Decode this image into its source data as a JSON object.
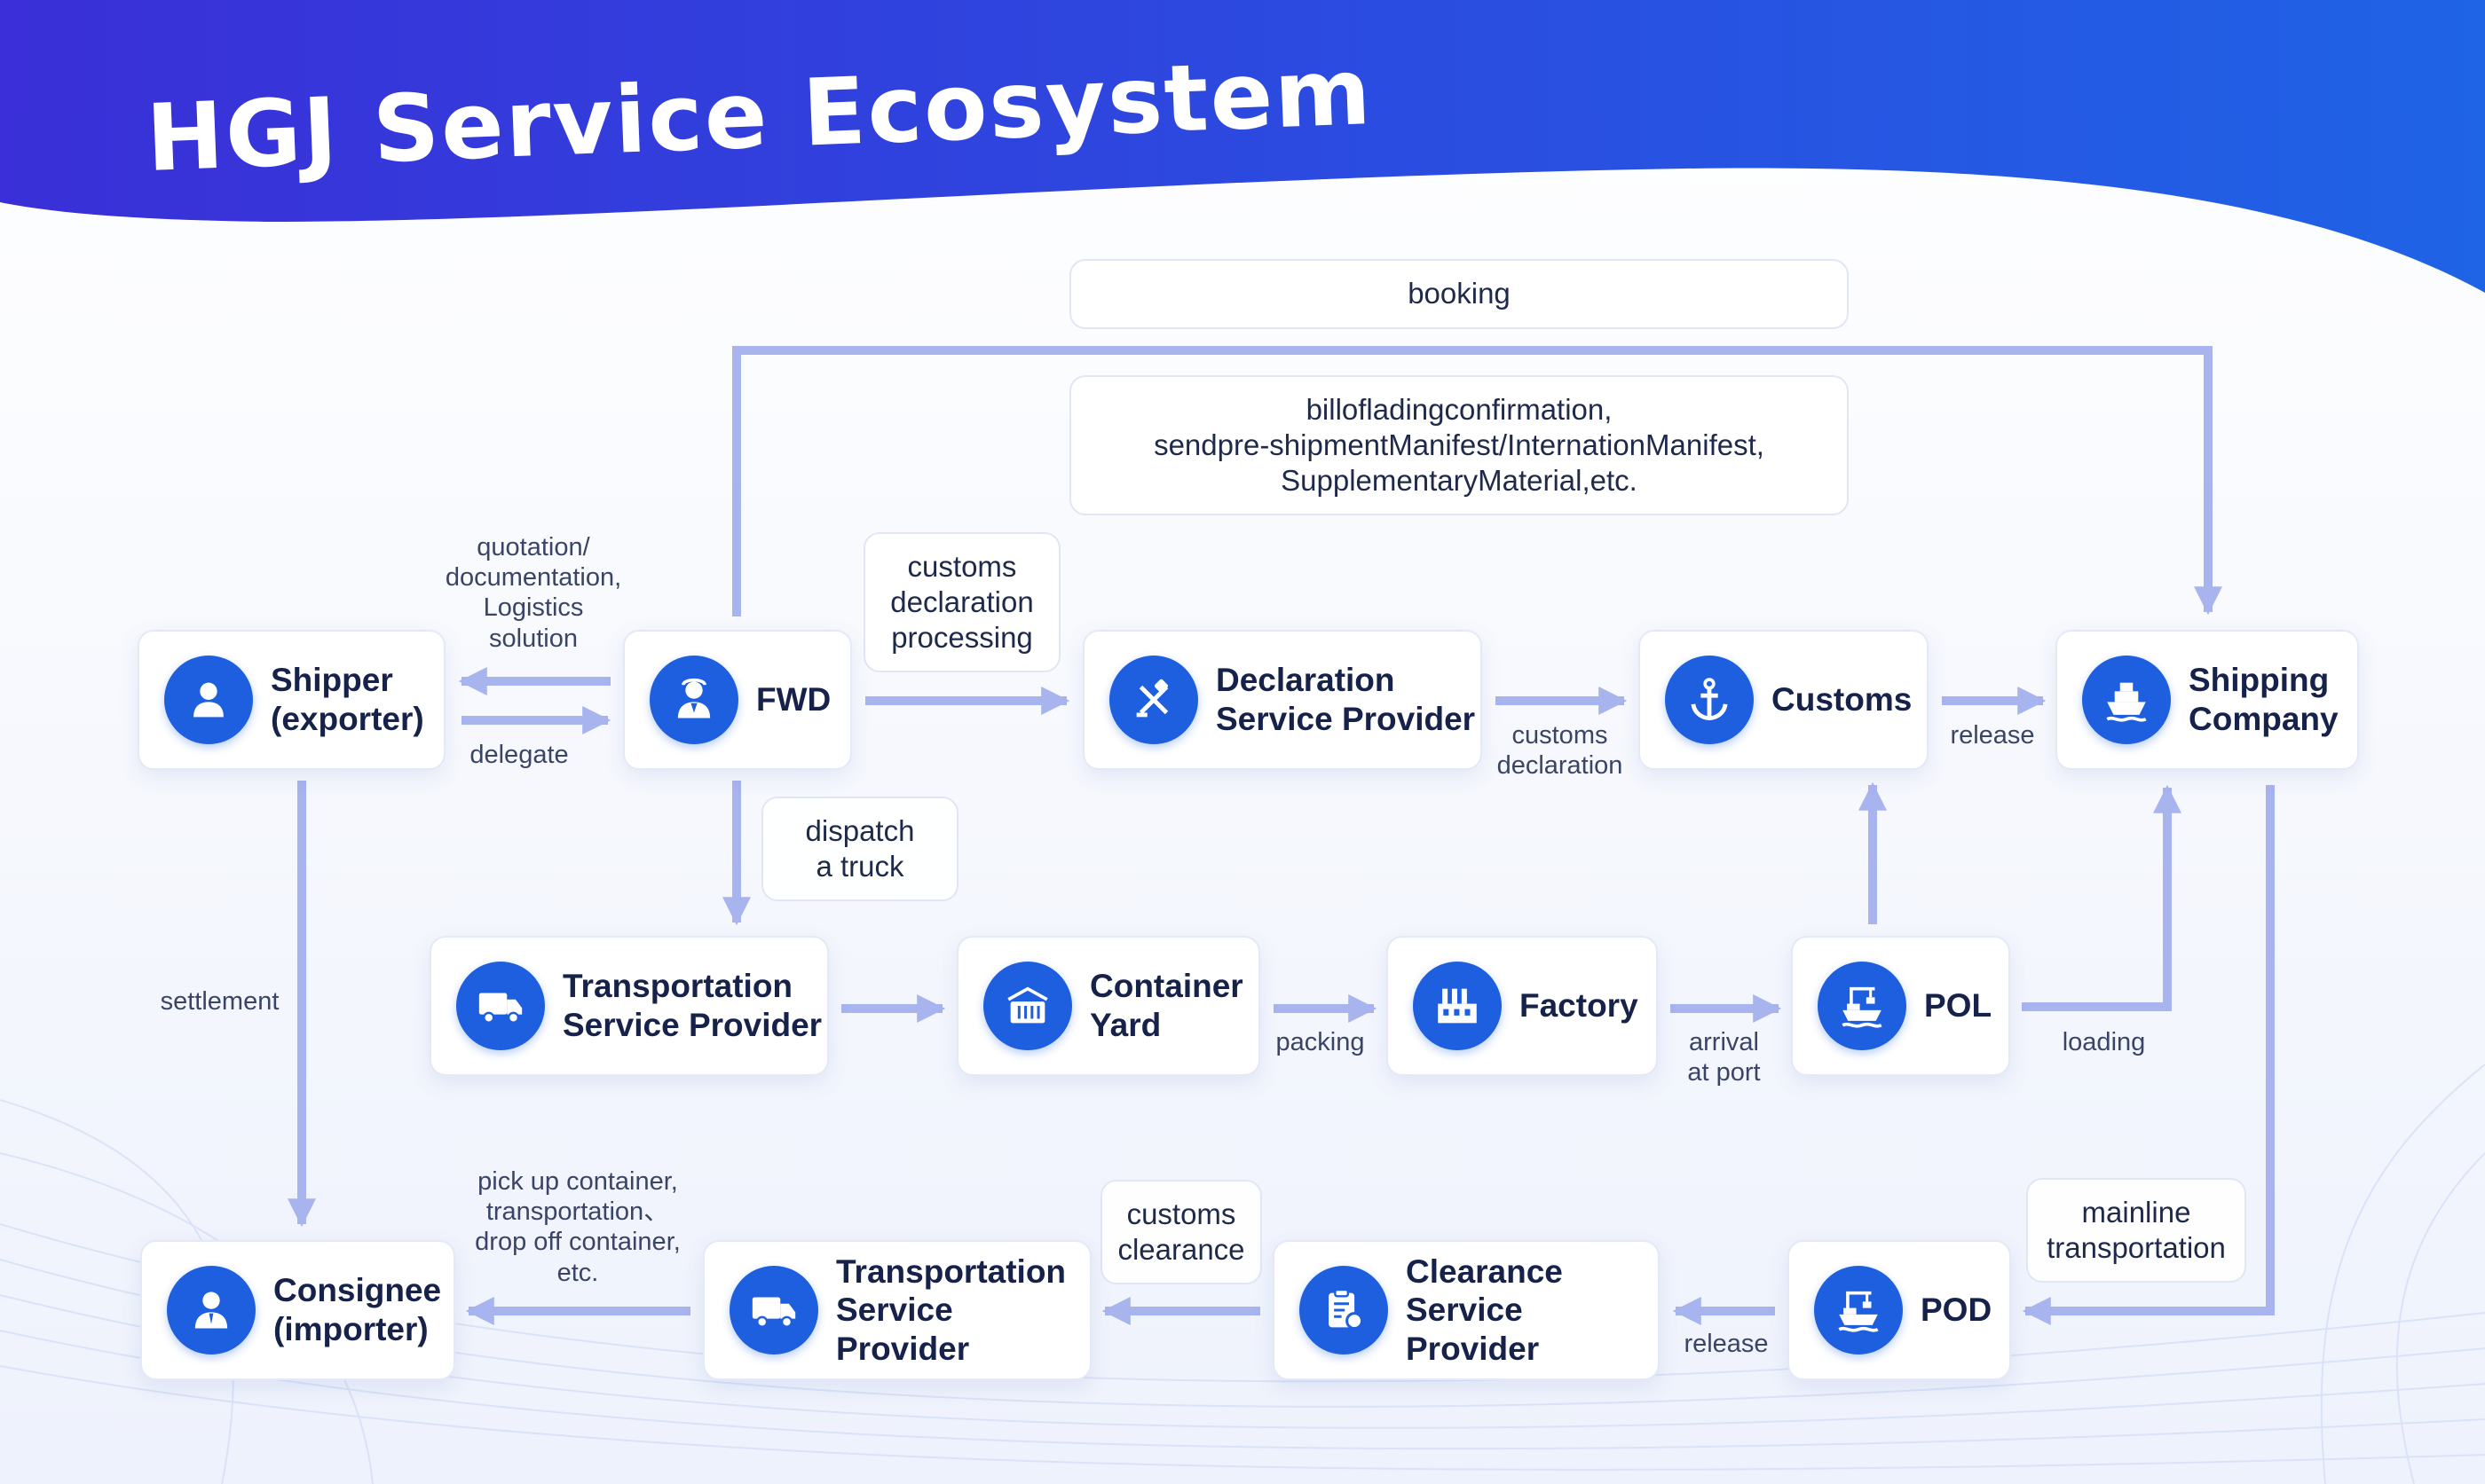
{
  "title": "HGJ Service Ecosystem",
  "colors": {
    "header_start": "#3a2fd8",
    "header_end": "#1f63e6",
    "icon_blue": "#1e5fe0",
    "arrow": "#a8b4ee"
  },
  "nodes": {
    "shipper": {
      "label": "Shipper\n(exporter)",
      "icon": "person-icon"
    },
    "fwd": {
      "label": "FWD",
      "icon": "agent-icon"
    },
    "declaration_sp": {
      "label": "Declaration\nService Provider",
      "icon": "stamp-icon"
    },
    "customs": {
      "label": "Customs",
      "icon": "anchor-icon"
    },
    "shipping_company": {
      "label": "Shipping\nCompany",
      "icon": "ship-icon"
    },
    "transport_sp_top": {
      "label": "Transportation\nService Provider",
      "icon": "truck-icon"
    },
    "container_yard": {
      "label": "Container\nYard",
      "icon": "container-icon"
    },
    "factory": {
      "label": "Factory",
      "icon": "factory-icon"
    },
    "pol": {
      "label": "POL",
      "icon": "crane-ship-icon"
    },
    "consignee": {
      "label": "Consignee\n(importer)",
      "icon": "businessman-icon"
    },
    "transport_sp_bottom": {
      "label": "Transportation\nService Provider",
      "icon": "truck-icon"
    },
    "clearance_sp": {
      "label": "Clearance\nService Provider",
      "icon": "clipboard-icon"
    },
    "pod": {
      "label": "POD",
      "icon": "crane-ship-icon"
    }
  },
  "tags": {
    "booking": "booking",
    "bill_of_lading": "billofladingconfirmation,\nsendpre-shipmentManifest/InternationManifest,\nSupplementaryMaterial,etc.",
    "customs_declaration_processing": "customs\ndeclaration\nprocessing",
    "dispatch_truck": "dispatch\na truck",
    "customs_clearance": "customs\nclearance",
    "mainline_transportation": "mainline\ntransportation"
  },
  "labels": {
    "quotation": "quotation/\ndocumentation,\nLogistics\nsolution",
    "delegate": "delegate",
    "customs_declaration": "customs\ndeclaration",
    "release_top": "release",
    "settlement": "settlement",
    "packing": "packing",
    "arrival_at_port": "arrival\nat port",
    "loading": "loading",
    "pickup": "pick up container,\ntransportation、\ndrop off container,\netc.",
    "release_bottom": "release"
  }
}
